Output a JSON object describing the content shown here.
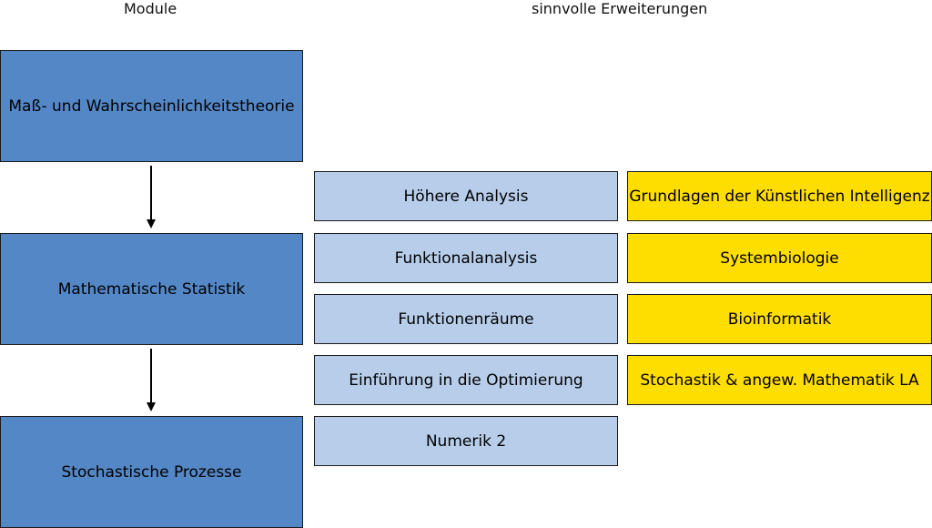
{
  "headers": {
    "modules": "Module",
    "extensions": "sinnvolle Erweiterungen"
  },
  "modules": [
    "Maß- und Wahrscheinlichkeitstheorie",
    "Mathematische Statistik",
    "Stochastische Prozesse"
  ],
  "extensions": [
    "Höhere Analysis",
    "Funktionalanalysis",
    "Funktionenräume",
    "Einführung in die Optimierung",
    "Numerik 2"
  ],
  "special_extensions": [
    "Grundlagen der Künstlichen Intelligenz",
    "Systembiologie",
    "Bioinformatik",
    "Stochastik & angew. Mathematik LA"
  ],
  "colors": {
    "module": "#5487c6",
    "extension": "#b7cdea",
    "special_extension": "#fedd00"
  }
}
